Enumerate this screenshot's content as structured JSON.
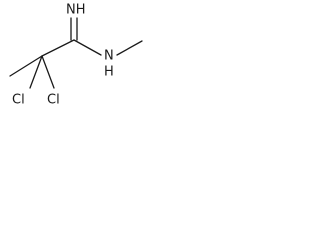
{
  "molecule": {
    "atoms": {
      "imine_n": "NH",
      "amine_n": "N",
      "amine_h": "H",
      "cl_left": "Cl",
      "cl_right": "Cl"
    }
  }
}
